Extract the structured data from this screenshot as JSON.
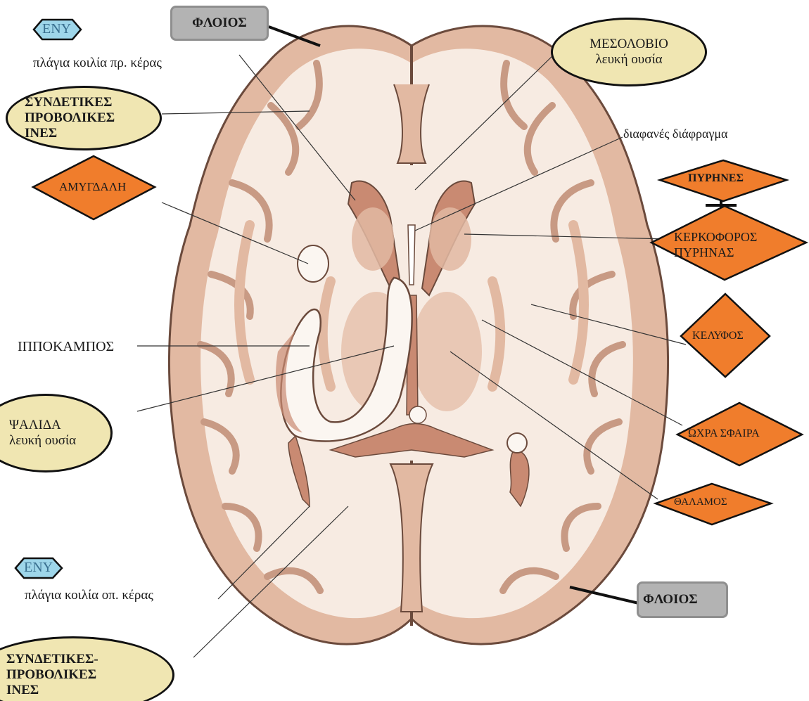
{
  "labels": {
    "cortex_top": "ΦΛΟΙΟΣ",
    "cortex_bottom": "ΦΛΟΙΟΣ",
    "eny_top": "ΕΝΥ",
    "eny_bottom": "ΕΝΥ",
    "lateral_ventricle_anterior": "πλάγια κοιλία πρ. κέρας",
    "lateral_ventricle_posterior": "πλάγια κοιλία οπ. κέρας",
    "association_fibers_top_line1": "ΣΥΝΔΕΤΙΚΕΣ",
    "association_fibers_top_line2": "ΠΡΟΒΟΛΙΚΕΣ",
    "association_fibers_top_line3": "ΙΝΕΣ",
    "association_fibers_bottom_line1": "ΣΥΝΔΕΤΙΚΕΣ-",
    "association_fibers_bottom_line2": "ΠΡΟΒΟΛΙΚΕΣ",
    "association_fibers_bottom_line3": "ΙΝΕΣ",
    "amygdala": "ΑΜΥΓΔΑΛΗ",
    "hippocampus": "ΙΠΠΟΚΑΜΠΟΣ",
    "fornix_line1": "ΨΑΛΙΔΑ",
    "fornix_line2": "λευκή ουσία",
    "corpus_callosum_line1": "ΜΕΣΟΛΟΒΙΟ",
    "corpus_callosum_line2": "λευκή ουσία",
    "septum_pellucidum": "διαφανές διάφραγμα",
    "nuclei": "ΠΥΡΗΝΕΣ",
    "caudate_line1": "ΚΕΡΚΟΦΟΡΟΣ",
    "caudate_line2": "ΠΥΡΗΝΑΣ",
    "putamen": "ΚΕΛΥΦΟΣ",
    "globus_pallidus": "ΩΧΡΑ ΣΦΑΙΡΑ",
    "thalamus": "ΘΑΛΑΜΟΣ"
  },
  "colors": {
    "white_matter": "#f7ebe2",
    "gray_matter": "#e2b9a2",
    "ventricle_dark": "#c98a72",
    "outline": "#6b4a3c",
    "eny_fill": "#9ed6ea",
    "nucleus_fill": "#f07d2c",
    "ellipse_fill": "#f0e6b2",
    "cortex_tag_fill": "#b3b3b3"
  }
}
